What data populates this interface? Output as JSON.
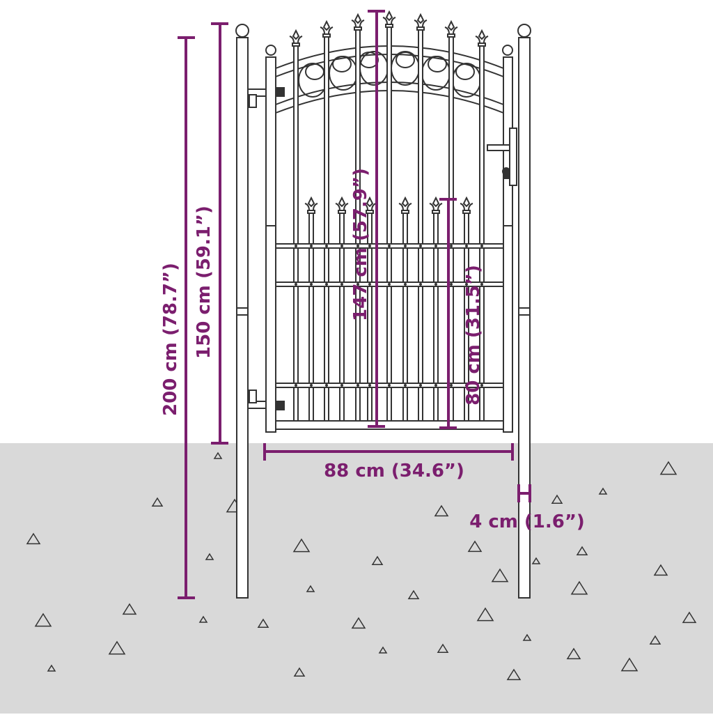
{
  "colors": {
    "dimension": "#7b1e6e",
    "outline": "#333333",
    "ground": "#d9d9d9",
    "background": "#ffffff"
  },
  "dimensions": {
    "total_height": "200 cm (78.7”)",
    "fence_height": "150 cm (59.1”)",
    "center_height": "147 cm (57.9”)",
    "lower_height": "80 cm (31.5”)",
    "gate_width": "88 cm (34.6”)",
    "post_width": "4 cm (1.6”)"
  }
}
